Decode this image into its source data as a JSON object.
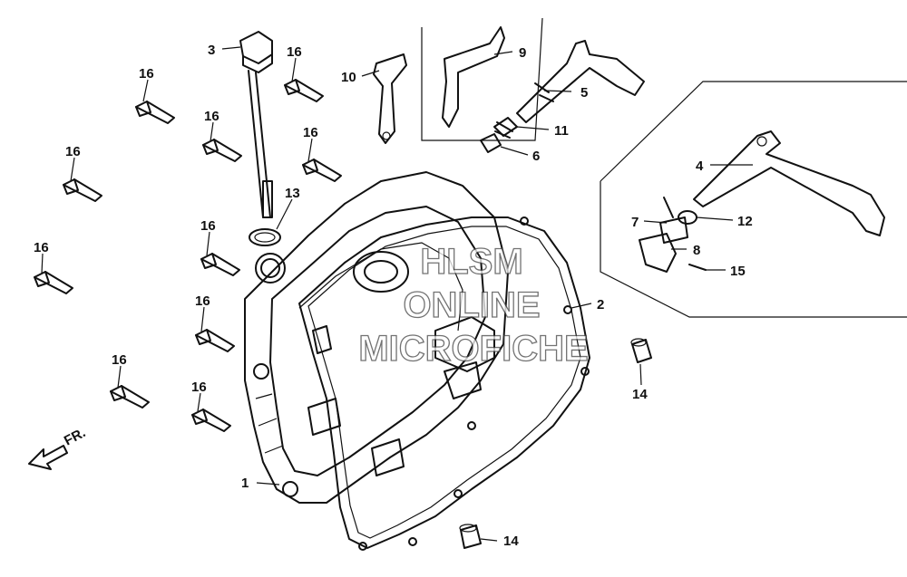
{
  "labels": {
    "p1": "1",
    "p2": "2",
    "p3": "3",
    "p4": "4",
    "p5": "5",
    "p6": "6",
    "p7": "7",
    "p8": "8",
    "p9": "9",
    "p10": "10",
    "p11": "11",
    "p12": "12",
    "p13": "13",
    "p14a": "14",
    "p14b": "14",
    "p15": "15",
    "p16a": "16",
    "p16b": "16",
    "p16c": "16",
    "p16d": "16",
    "p16e": "16",
    "p16f": "16",
    "p16g": "16",
    "p16h": "16",
    "p16i": "16",
    "p16j": "16"
  },
  "direction_marker": "FR.",
  "watermark": {
    "line1": "HLSM",
    "line2": "ONLINE",
    "line3": "MICROFICHE"
  }
}
